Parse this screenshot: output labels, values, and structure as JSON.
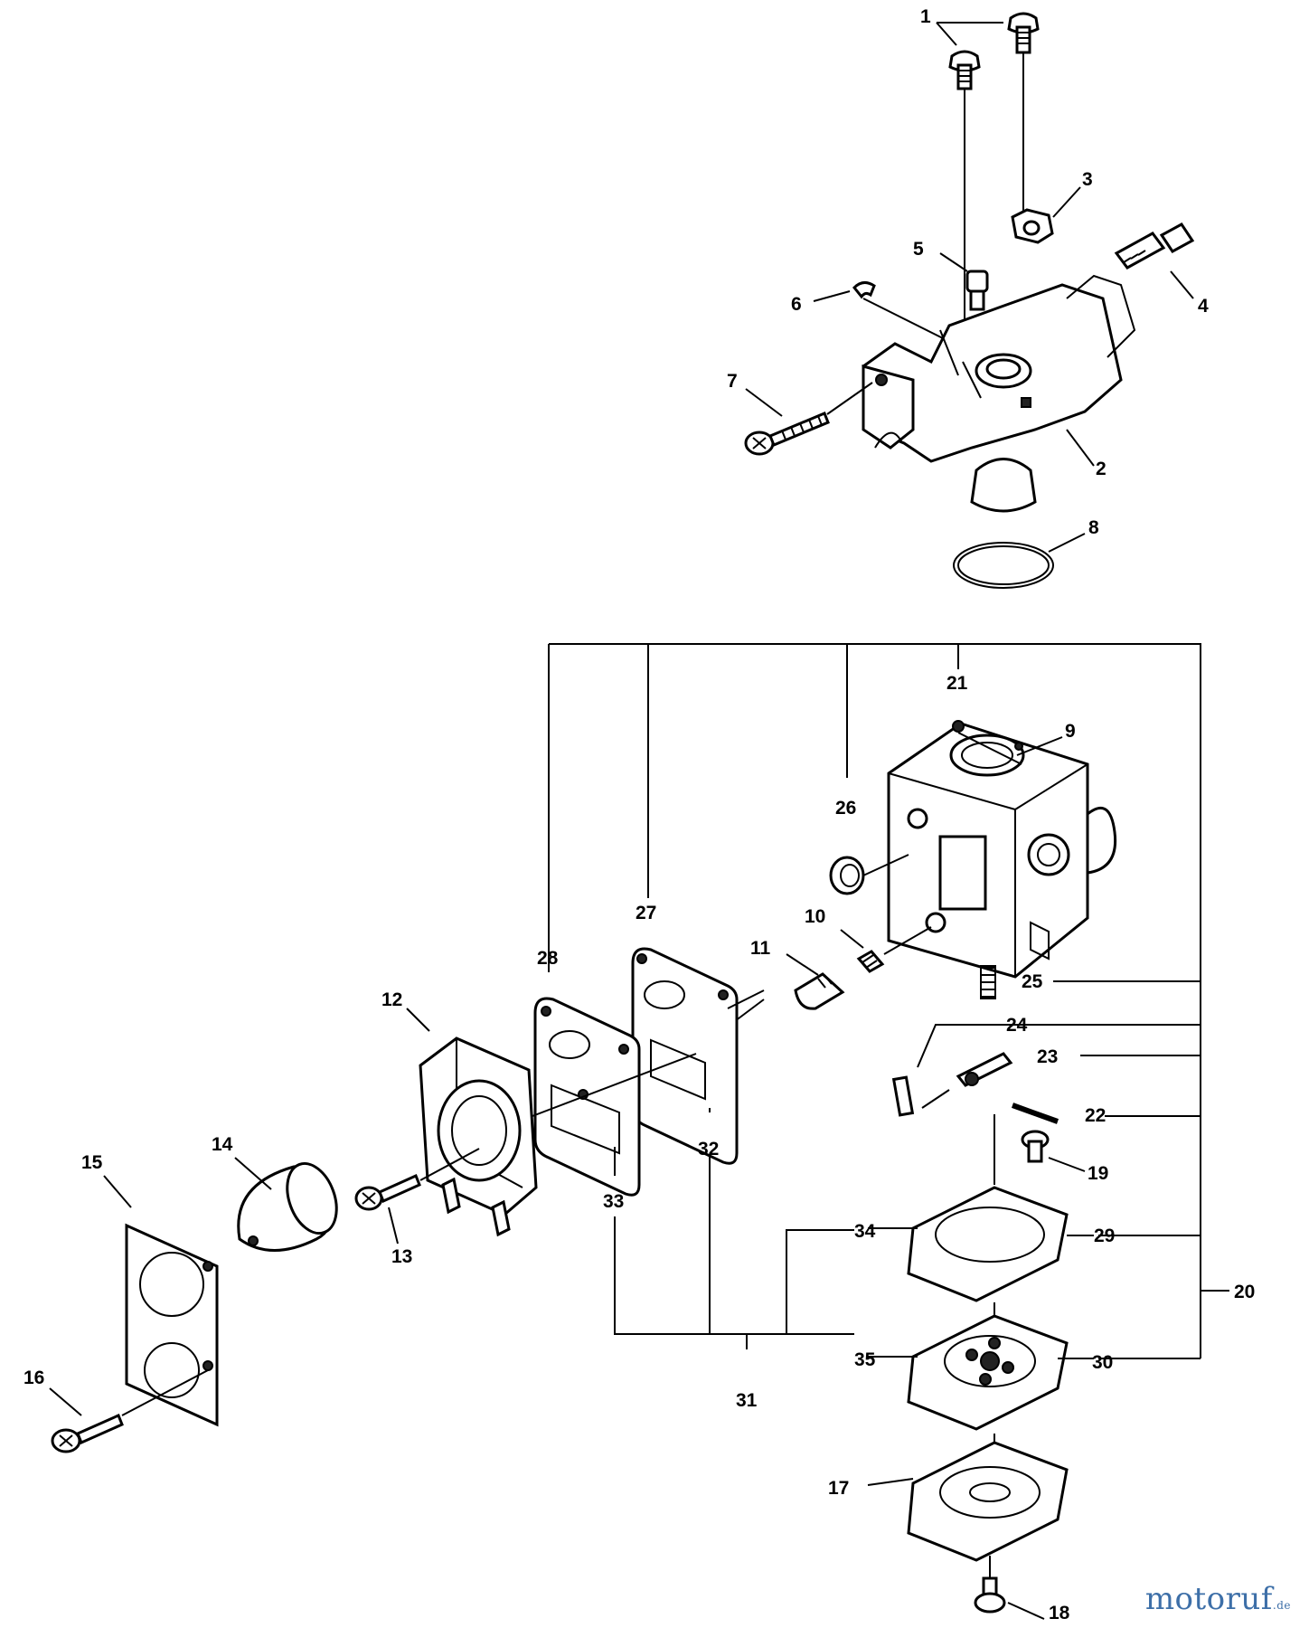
{
  "callouts": {
    "p1": "1",
    "p2": "2",
    "p3": "3",
    "p4": "4",
    "p5": "5",
    "p6": "6",
    "p7": "7",
    "p8": "8",
    "p9": "9",
    "p10": "10",
    "p11": "11",
    "p12": "12",
    "p13": "13",
    "p14": "14",
    "p15": "15",
    "p16": "16",
    "p17": "17",
    "p18": "18",
    "p19": "19",
    "p20": "20",
    "p21": "21",
    "p22": "22",
    "p23": "23",
    "p24": "24",
    "p25": "25",
    "p26": "26",
    "p27": "27",
    "p28": "28",
    "p29": "29",
    "p30": "30",
    "p31": "31",
    "p32": "32",
    "p33": "33",
    "p34": "34",
    "p35": "35"
  },
  "watermark": {
    "main": "motoruf",
    "suffix": ".de"
  }
}
